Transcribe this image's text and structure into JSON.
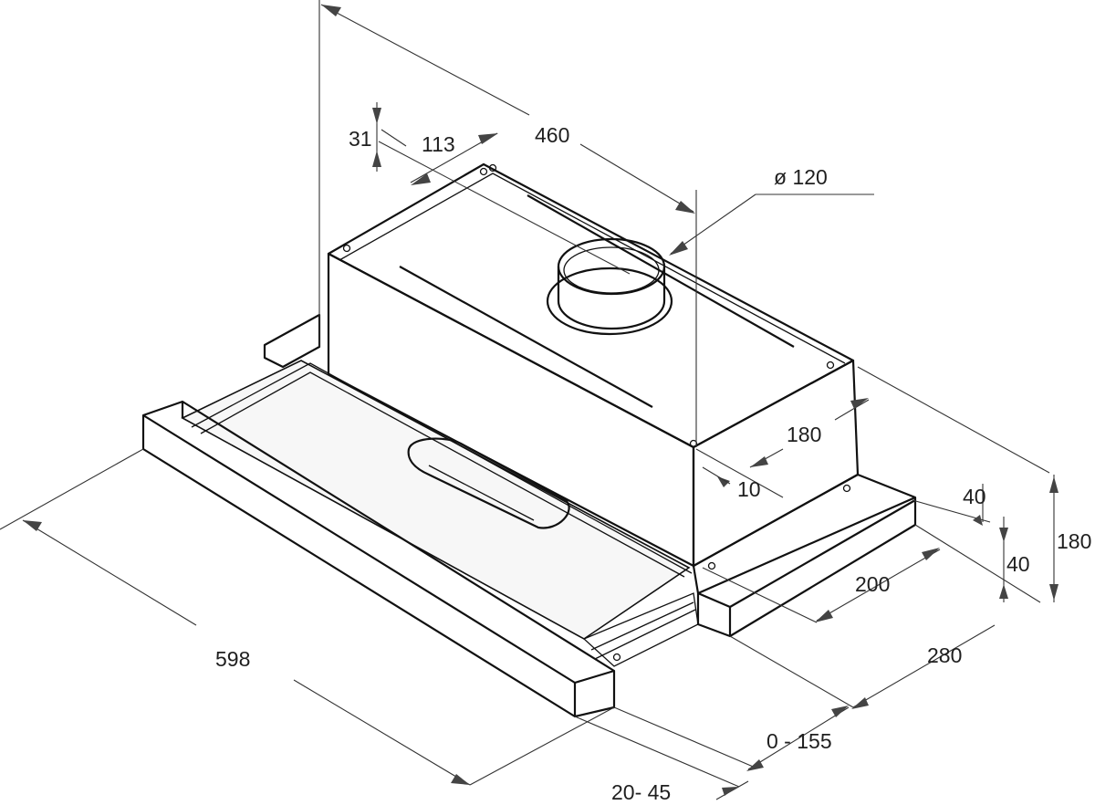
{
  "dimensions": {
    "dim_460": "460",
    "dim_31": "31",
    "dim_113": "113",
    "dim_duct": "ø 120",
    "dim_180_depth": "180",
    "dim_10": "10",
    "dim_40_upper": "40",
    "dim_40_lower": "40",
    "dim_180_height": "180",
    "dim_200": "200",
    "dim_280": "280",
    "dim_598": "598",
    "dim_0_155": "0 - 155",
    "dim_20_45": "20- 45"
  },
  "colors": {
    "line": "#111111",
    "dimension_line": "#333333",
    "arrow": "#444444",
    "background": "#ffffff"
  }
}
